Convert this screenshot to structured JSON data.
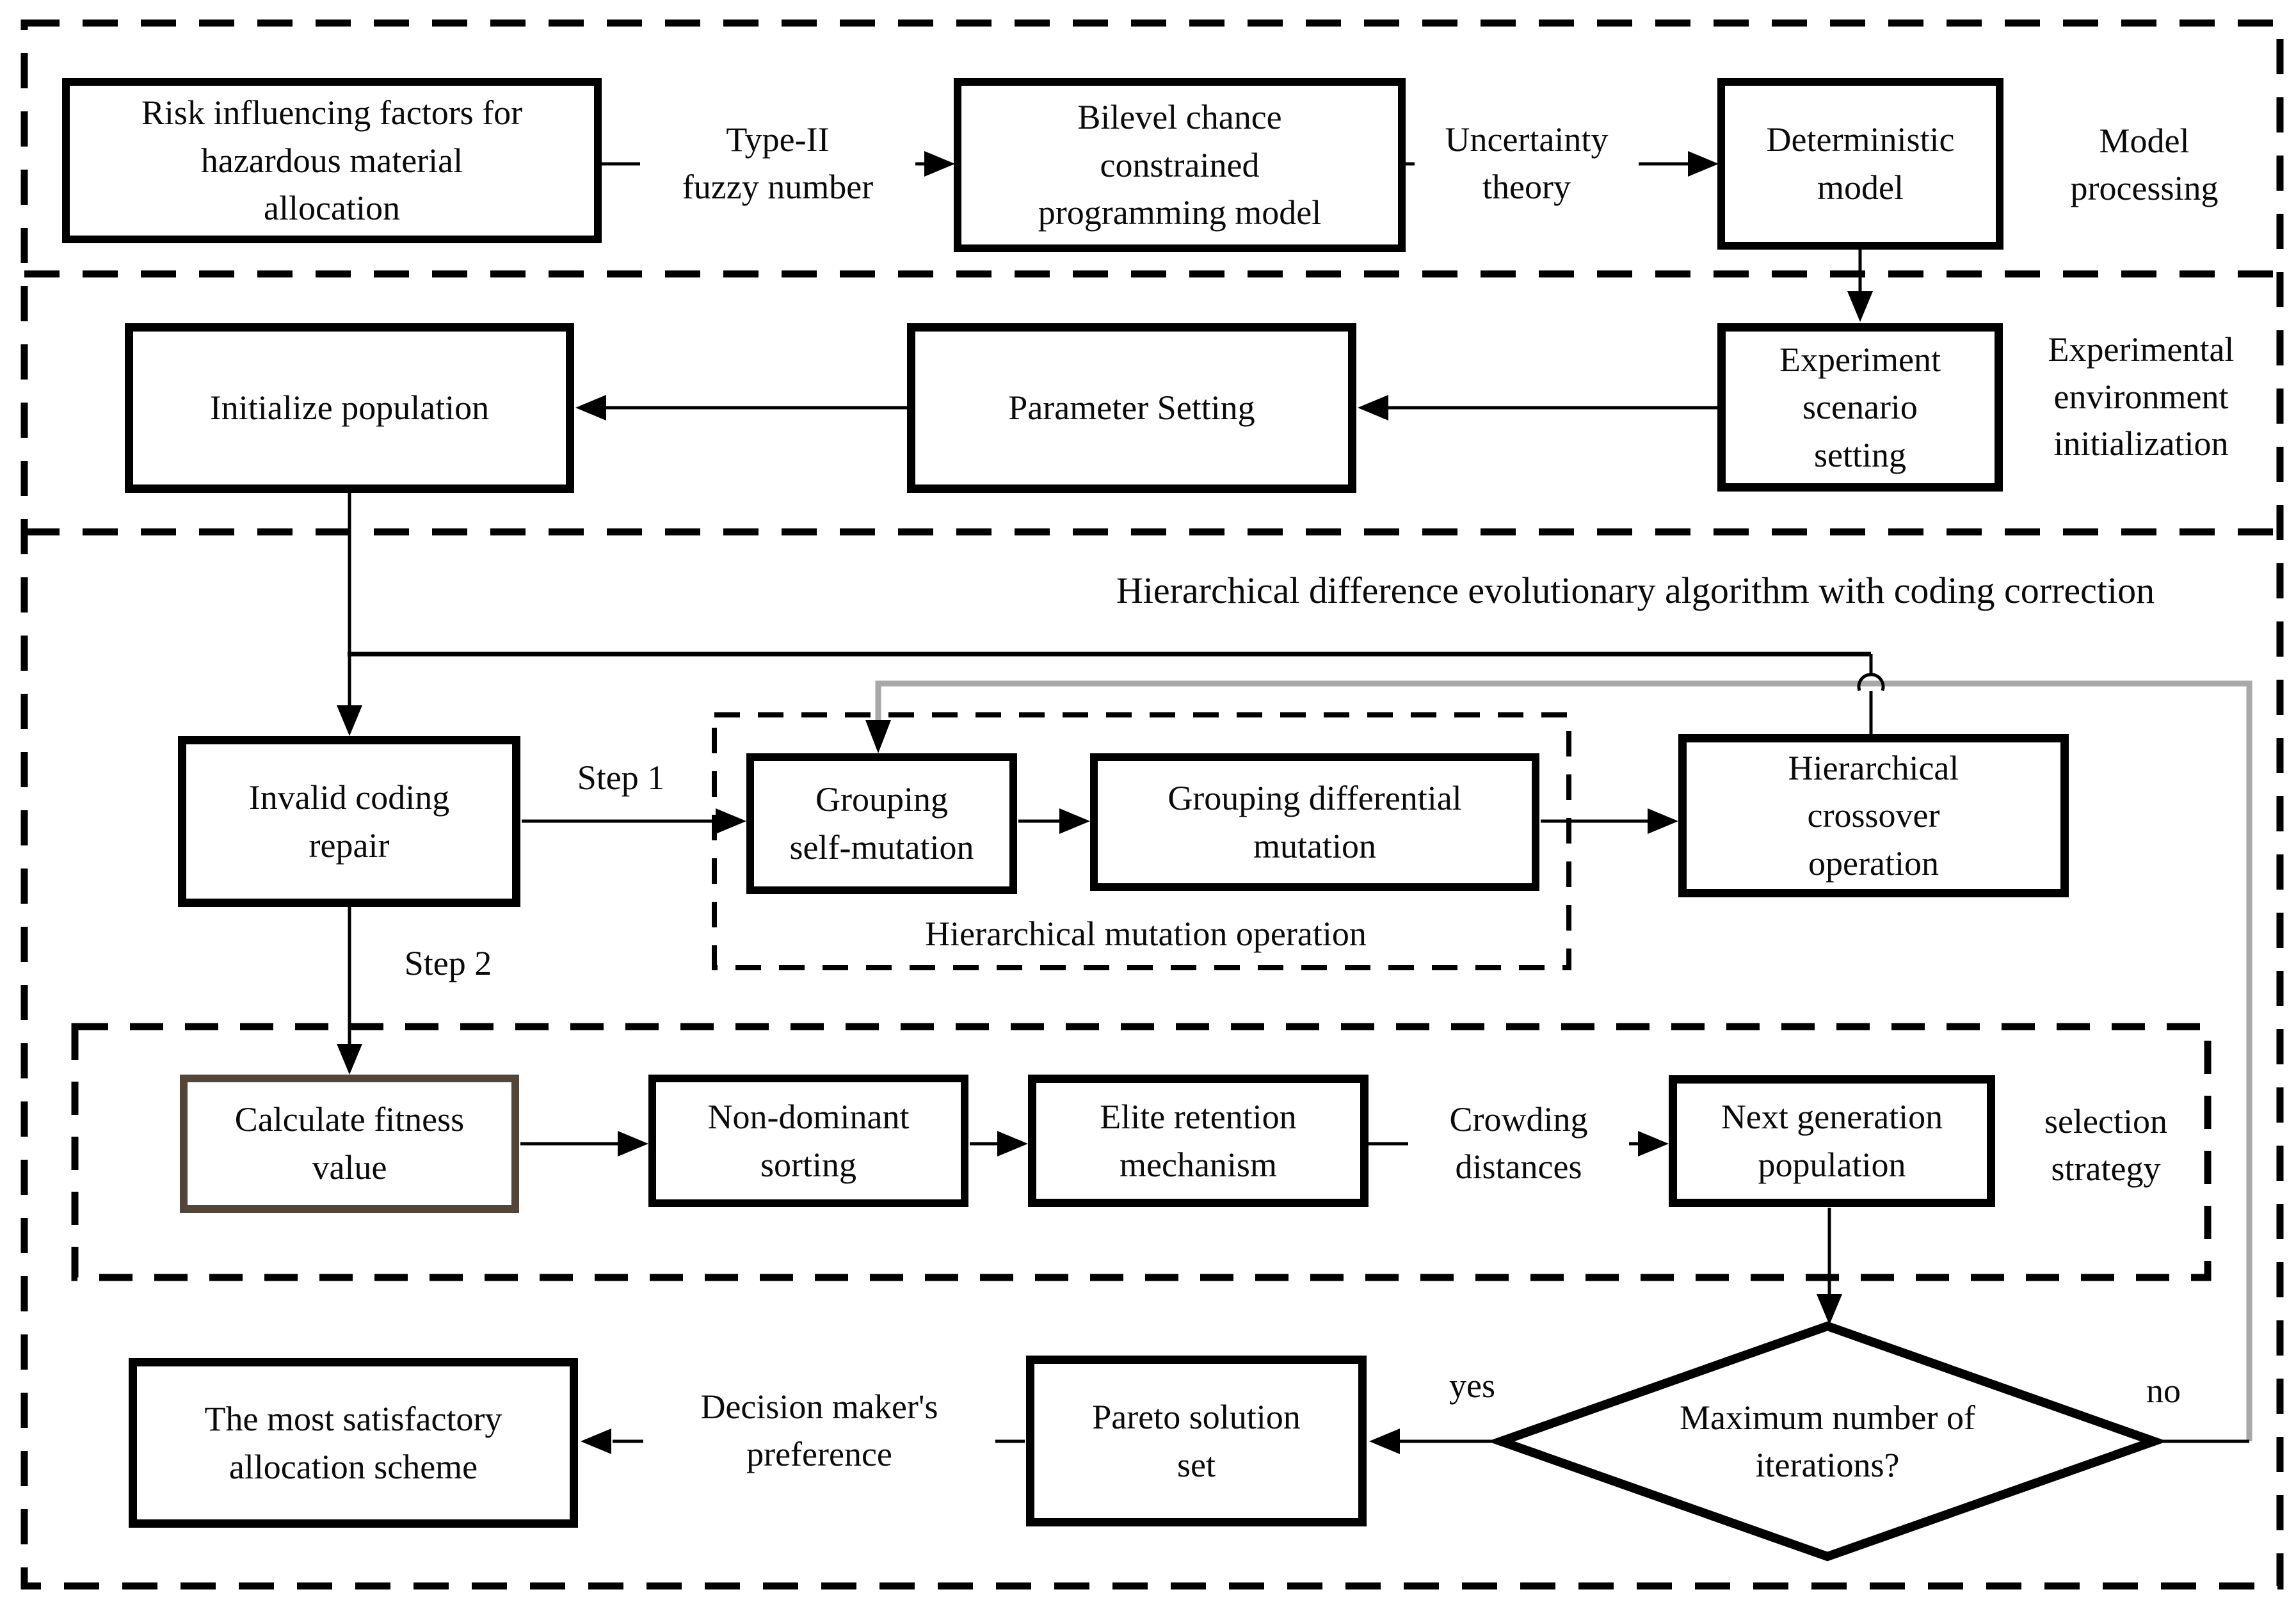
{
  "figure": {
    "sections": {
      "model_processing": [
        "Model",
        "processing"
      ],
      "experimental_env": [
        "Experimental",
        "environment",
        "initialization"
      ],
      "algorithm_title": "Hierarchical difference evolutionary algorithm with coding correction",
      "mutation_group": "Hierarchical mutation operation",
      "selection_group": [
        "selection",
        "strategy"
      ]
    },
    "boxes": {
      "risk_factors": [
        "Risk influencing factors for",
        "hazardous material",
        "allocation"
      ],
      "bilevel_model": [
        "Bilevel chance",
        "constrained",
        "programming model"
      ],
      "deterministic_model": [
        "Deterministic",
        "model"
      ],
      "experiment_scenario": [
        "Experiment",
        "scenario",
        "setting"
      ],
      "parameter_setting": "Parameter Setting",
      "initialize_population": "Initialize population",
      "invalid_coding_repair": [
        "Invalid coding",
        "repair"
      ],
      "grouping_self_mutation": [
        "Grouping",
        "self-mutation"
      ],
      "grouping_differential_mutation": [
        "Grouping differential",
        "mutation"
      ],
      "hierarchical_crossover": [
        "Hierarchical",
        "crossover",
        "operation"
      ],
      "calculate_fitness": [
        "Calculate fitness",
        "value"
      ],
      "non_dominant_sorting": [
        "Non-dominant",
        "sorting"
      ],
      "elite_retention": [
        "Elite retention",
        "mechanism"
      ],
      "next_generation": [
        "Next generation",
        "population"
      ],
      "max_iterations": [
        "Maximum number of",
        "iterations?"
      ],
      "pareto_solution": [
        "Pareto solution",
        "set"
      ],
      "most_satisfactory": [
        "The most satisfactory",
        "allocation scheme"
      ]
    },
    "edge_labels": {
      "type_ii_fuzzy": [
        "Type-II",
        "fuzzy number"
      ],
      "uncertainty_theory": [
        "Uncertainty",
        "theory"
      ],
      "step_1": "Step 1",
      "step_2": "Step 2",
      "crowding_distances": [
        "Crowding",
        "distances"
      ],
      "decision_preference": [
        "Decision maker's",
        "preference"
      ],
      "yes": "yes",
      "no": "no"
    },
    "colors": {
      "line": "#000000",
      "loop_gray": "#a8a8a8",
      "fitness_border": "#54453b",
      "background": "#ffffff"
    }
  }
}
